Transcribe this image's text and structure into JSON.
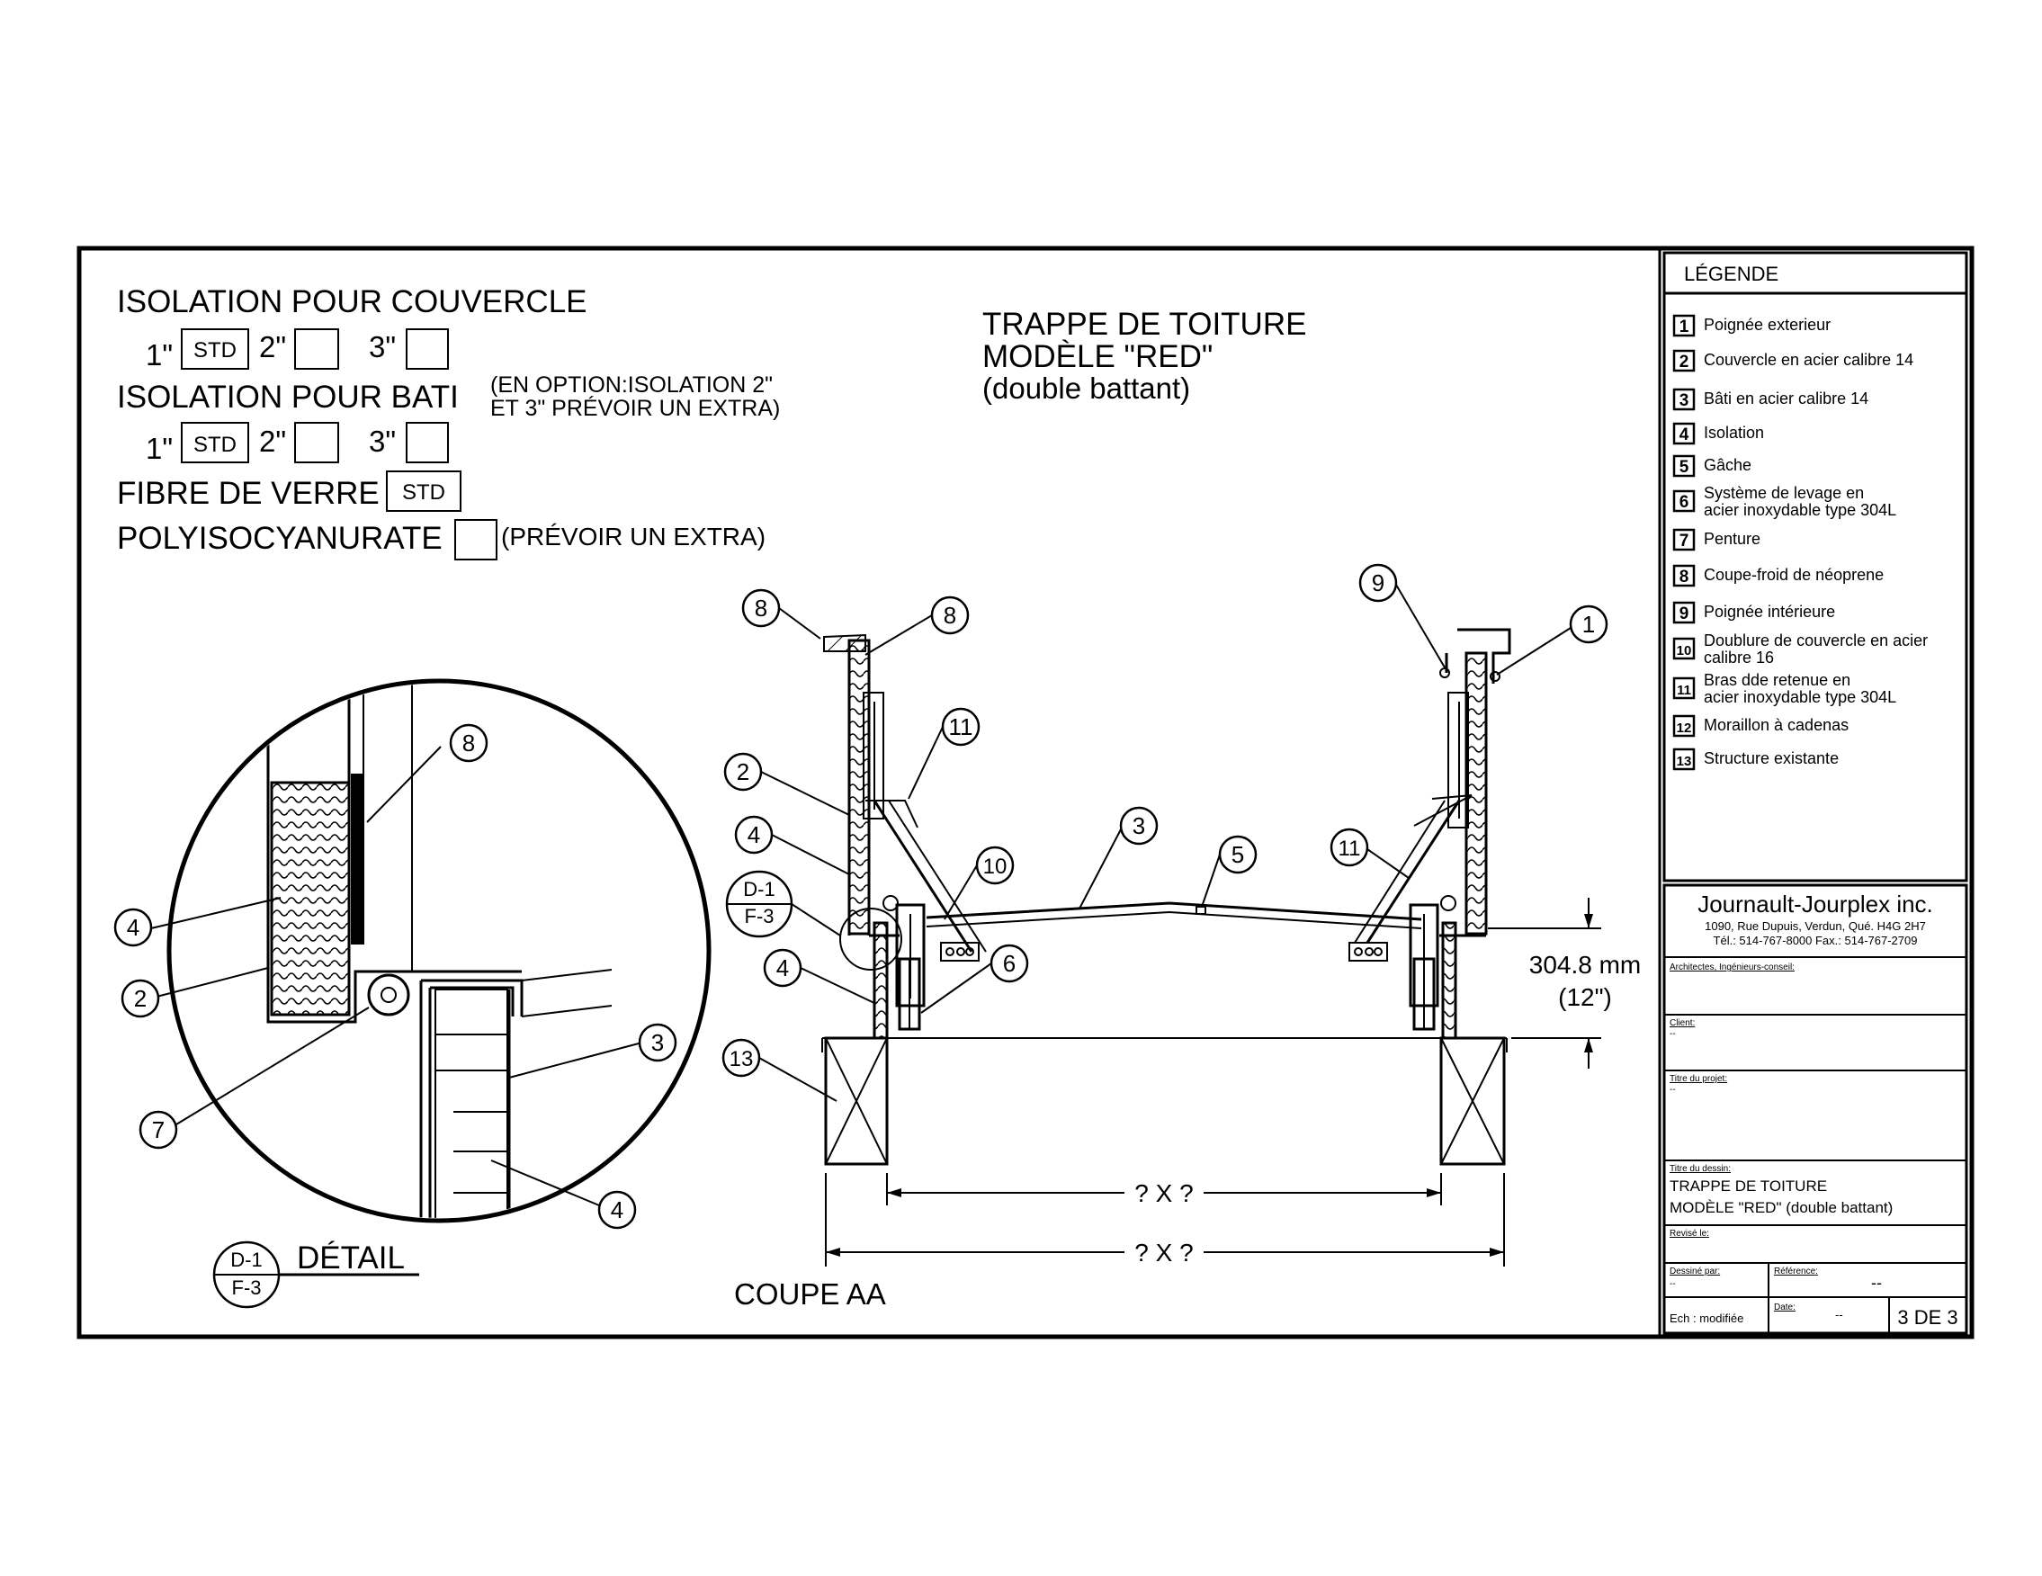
{
  "insulation": {
    "lid_heading": "ISOLATION POUR COUVERCLE",
    "frame_heading": "ISOLATION POUR BATI",
    "option_1": "1\"",
    "option_2": "2\"",
    "option_3": "3\"",
    "std": "STD",
    "option_note_line1": "(EN OPTION:ISOLATION 2\"",
    "option_note_line2": "ET 3\" PRÉVOIR UN EXTRA)",
    "fiberglass": "FIBRE DE VERRE",
    "polyiso": "POLYISOCYANURATE",
    "polyiso_note": "(PRÉVOIR UN EXTRA)"
  },
  "title": {
    "line1": "TRAPPE DE TOITURE",
    "line2": "MODÈLE \"RED\"",
    "line3": "(double battant)"
  },
  "section": {
    "label": "COUPE AA",
    "dimension_mm": "304.8 mm",
    "dimension_in": "(12\")",
    "inner_dimension": "? X ?",
    "outer_dimension": "? X ?",
    "detail_ref_top": "D-1",
    "detail_ref_bottom": "F-3"
  },
  "detail": {
    "label": "DÉTAIL",
    "ref_top": "D-1",
    "ref_bottom": "F-3"
  },
  "callouts": {
    "c1": "1",
    "c2": "2",
    "c3": "3",
    "c4": "4",
    "c5": "5",
    "c6": "6",
    "c7": "7",
    "c8": "8",
    "c9": "9",
    "c10": "10",
    "c11": "11",
    "c13": "13"
  },
  "legend": {
    "title": "LÉGENDE",
    "items": [
      {
        "num": "1",
        "line1": "Poignée exterieur",
        "line2": ""
      },
      {
        "num": "2",
        "line1": "Couvercle en acier calibre 14",
        "line2": ""
      },
      {
        "num": "3",
        "line1": "Bâti en acier calibre 14",
        "line2": ""
      },
      {
        "num": "4",
        "line1": "Isolation",
        "line2": ""
      },
      {
        "num": "5",
        "line1": "Gâche",
        "line2": ""
      },
      {
        "num": "6",
        "line1": "Système de levage en",
        "line2": "acier inoxydable type 304L"
      },
      {
        "num": "7",
        "line1": "Penture",
        "line2": ""
      },
      {
        "num": "8",
        "line1": "Coupe-froid de néoprene",
        "line2": ""
      },
      {
        "num": "9",
        "line1": "Poignée intérieure",
        "line2": ""
      },
      {
        "num": "10",
        "line1": "Doublure de couvercle en acier",
        "line2": "calibre 16"
      },
      {
        "num": "11",
        "line1": "Bras dde retenue en",
        "line2": "acier inoxydable type 304L"
      },
      {
        "num": "12",
        "line1": "Moraillon à cadenas",
        "line2": ""
      },
      {
        "num": "13",
        "line1": "Structure existante",
        "line2": ""
      }
    ]
  },
  "titleblock": {
    "company": "Journault-Jourplex inc.",
    "address": "1090, Rue Dupuis, Verdun, Qué. H4G 2H7",
    "phone": "Tél.: 514-767-8000  Fax.: 514-767-2709",
    "architects_label": "Architectes, Ingénieurs-conseil:",
    "client_label": "Client:",
    "client_value": "--",
    "project_label": "Titre du projet:",
    "project_value": "--",
    "drawing_label": "Titre du dessin:",
    "drawing_line1": "TRAPPE DE TOITURE",
    "drawing_line2": "MODÈLE \"RED\"  (double battant)",
    "revised_label": "Revisé le:",
    "drawn_label": "Dessiné par:",
    "drawn_value": "--",
    "reference_label": "Référence:",
    "reference_value": "--",
    "scale": "Ech : modifiée",
    "date_label": "Date:",
    "date_value": "--",
    "sheet": "3 DE 3"
  }
}
